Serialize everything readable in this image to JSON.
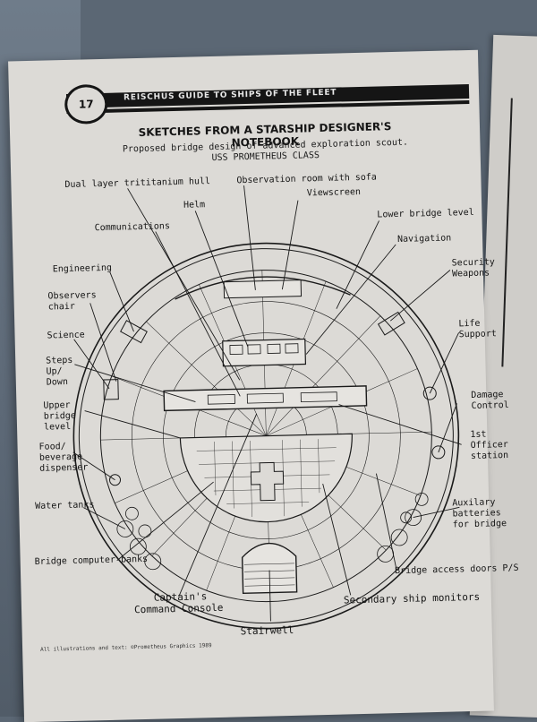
{
  "header": {
    "page_number": "17",
    "banner": "REISCHUS GUIDE TO SHIPS OF THE FLEET"
  },
  "title": "SKETCHES FROM A STARSHIP DESIGNER'S NOTEBOOK",
  "subtitle": "Proposed bridge design of advanced exploration scout.",
  "ship_class": "USS PROMETHEUS CLASS",
  "labels": {
    "hull": "Dual layer trititanium hull",
    "observation": "Observation room with sofa",
    "helm": "Helm",
    "viewscreen": "Viewscreen",
    "communications": "Communications",
    "lower_bridge": "Lower bridge level",
    "navigation": "Navigation",
    "engineering": "Engineering",
    "security": [
      "Security",
      "Weapons"
    ],
    "observers": [
      "Observers",
      "chair"
    ],
    "science": "Science",
    "life_support": [
      "Life",
      "Support"
    ],
    "steps": [
      "Steps",
      "Up/",
      "Down"
    ],
    "damage_control": [
      "Damage",
      "Control"
    ],
    "upper_bridge": [
      "Upper",
      "bridge",
      "level"
    ],
    "first_officer": [
      "1st",
      "Officer",
      "station"
    ],
    "food": [
      "Food/",
      "beverage",
      "dispenser"
    ],
    "water": "Water tanks",
    "auxiliary": [
      "Auxilary",
      "batteries",
      "for bridge"
    ],
    "computer_banks": "Bridge computer banks",
    "access_doors": "Bridge access doors P/S",
    "captain": [
      "Captain's",
      "Command Console"
    ],
    "monitors": "Secondary ship monitors",
    "stairwell": "Stairwell"
  },
  "credit": "All illustrations and text: ©Prometheus Graphics 1989"
}
